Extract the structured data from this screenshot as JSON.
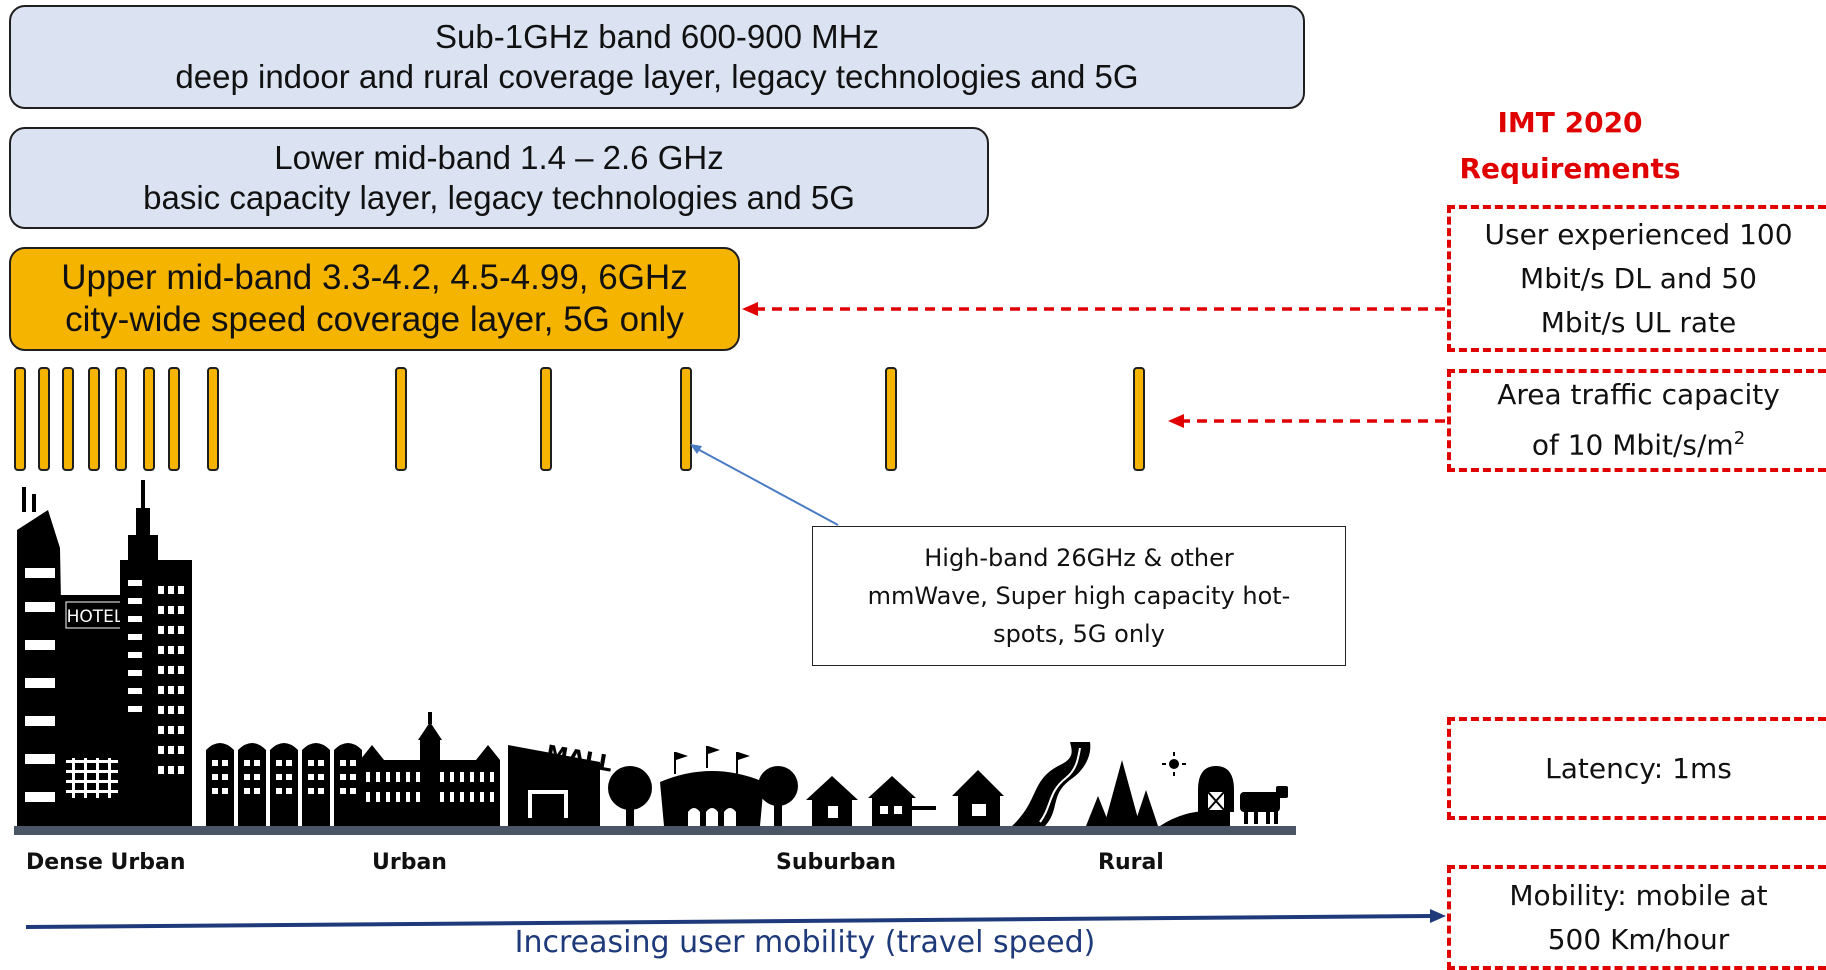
{
  "bands": {
    "sub1": {
      "line1": "Sub-1GHz band 600-900 MHz",
      "line2": "deep indoor and rural coverage layer, legacy technologies and 5G"
    },
    "lower_mid": {
      "line1": "Lower mid-band 1.4 – 2.6 GHz",
      "line2": "basic capacity layer, legacy technologies and 5G"
    },
    "upper_mid": {
      "line1": "Upper mid-band 3.3-4.2, 4.5-4.99, 6GHz",
      "line2": "city-wide speed coverage layer, 5G only"
    }
  },
  "high_band_callout": {
    "line1": "High-band 26GHz & other",
    "line2": "mmWave, Super high capacity hot-",
    "line3": "spots, 5G only"
  },
  "requirements": {
    "title_line1": "IMT 2020",
    "title_line2": "Requirements",
    "user_rate": {
      "line1": "User experienced 100",
      "line2": "Mbit/s DL and 50",
      "line3": "Mbit/s UL rate"
    },
    "area_capacity": {
      "line1": "Area traffic capacity",
      "line2_prefix": "of 10 Mbit/s/m",
      "line2_sup": "2"
    },
    "latency": "Latency: 1ms",
    "mobility": {
      "line1": "Mobility: mobile at",
      "line2": "500 Km/hour"
    }
  },
  "areas": {
    "dense_urban": "Dense Urban",
    "urban": "Urban",
    "suburban": "Suburban",
    "rural": "Rural"
  },
  "hotel_sign": "HOTEL",
  "mall_sign": "MALL",
  "mobility_axis_label": "Increasing user mobility (travel speed)",
  "colors": {
    "band_blue": "#dbe3f2",
    "band_gold": "#f5b400",
    "requirement_red": "#e00000",
    "mobility_arrow": "#1f3a7a",
    "callout_pointer": "#4a7cc4"
  }
}
